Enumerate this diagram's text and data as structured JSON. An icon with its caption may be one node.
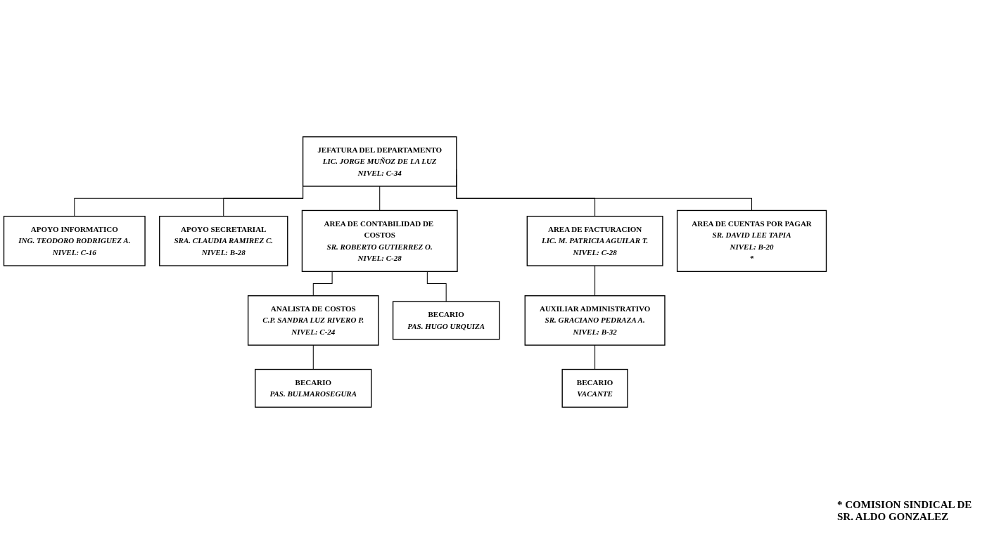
{
  "diagram": {
    "nodes": [
      {
        "text": [
          "JEFATURA DEL DEPARTAMENTO",
          "LIC. JORGE MUÑOZ DE LA LUZ",
          "NIVEL: C-34"
        ]
      },
      {
        "text": [
          "APOYO INFORMATICO",
          "ING. TEODORO RODRIGUEZ A.",
          "NIVEL: C-16"
        ]
      },
      {
        "text": [
          "APOYO SECRETARIAL",
          "SRA. CLAUDIA RAMIREZ C.",
          "NIVEL: B-28"
        ]
      },
      {
        "text": [
          "AREA DE CONTABILIDAD DE COSTOS",
          "SR. ROBERTO GUTIERREZ O.",
          "NIVEL: C-28"
        ]
      },
      {
        "text": [
          "AREA DE FACTURACION",
          "LIC. M. PATRICIA AGUILAR T.",
          "NIVEL: C-28"
        ]
      },
      {
        "text": [
          "AREA DE CUENTAS POR PAGAR",
          "SR. DAVID LEE TAPIA",
          "NIVEL: B-20",
          "*"
        ]
      },
      {
        "text": [
          "ANALISTA DE COSTOS",
          "C.P. SANDRA LUZ RIVERO P.",
          "NIVEL: C-24"
        ]
      },
      {
        "text": [
          "AUXILIAR ADMINISTRATIVO",
          "SR. GRACIANO PEDRAZA A.",
          "NIVEL: B-32"
        ]
      },
      {
        "text": [
          "BECARIO",
          "PAS. BULMAROSEGURA"
        ]
      },
      {
        "text": [
          "BECARIO",
          "PAS. HUGO URQUIZA"
        ]
      },
      {
        "text": [
          "BECARIO",
          "VACANTE"
        ]
      }
    ],
    "edges": [
      {
        "from": 0,
        "to": 1,
        "arrow": "none"
      },
      {
        "from": 0,
        "to": 2,
        "arrow": "none"
      },
      {
        "from": 0,
        "to": 3,
        "arrow": "none"
      },
      {
        "from": 0,
        "to": 4,
        "arrow": "none"
      },
      {
        "from": 0,
        "to": 5,
        "arrow": "none"
      },
      {
        "from": 3,
        "to": 6,
        "arrow": "none"
      },
      {
        "from": 3,
        "to": 9,
        "arrow": "none"
      },
      {
        "from": 6,
        "to": 8,
        "arrow": "none"
      },
      {
        "from": 4,
        "to": 7,
        "arrow": "none"
      },
      {
        "from": 7,
        "to": 10,
        "arrow": "none"
      }
    ],
    "labels": [
      "* COMISION SINDICAL DE SR. ALDO GONZALEZ"
    ]
  }
}
